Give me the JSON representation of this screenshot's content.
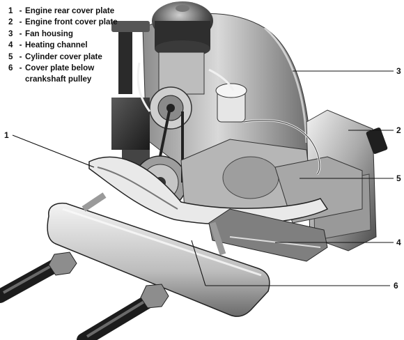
{
  "legend": [
    {
      "num": "1",
      "label": "Engine rear cover plate"
    },
    {
      "num": "2",
      "label": "Engine front cover plate"
    },
    {
      "num": "3",
      "label": "Fan housing"
    },
    {
      "num": "4",
      "label": "Heating channel"
    },
    {
      "num": "5",
      "label": "Cylinder cover plate"
    },
    {
      "num": "6",
      "label": "Cover plate below crankshaft pulley"
    }
  ],
  "callouts": [
    "1",
    "2",
    "3",
    "4",
    "5",
    "6"
  ],
  "dash": "-"
}
